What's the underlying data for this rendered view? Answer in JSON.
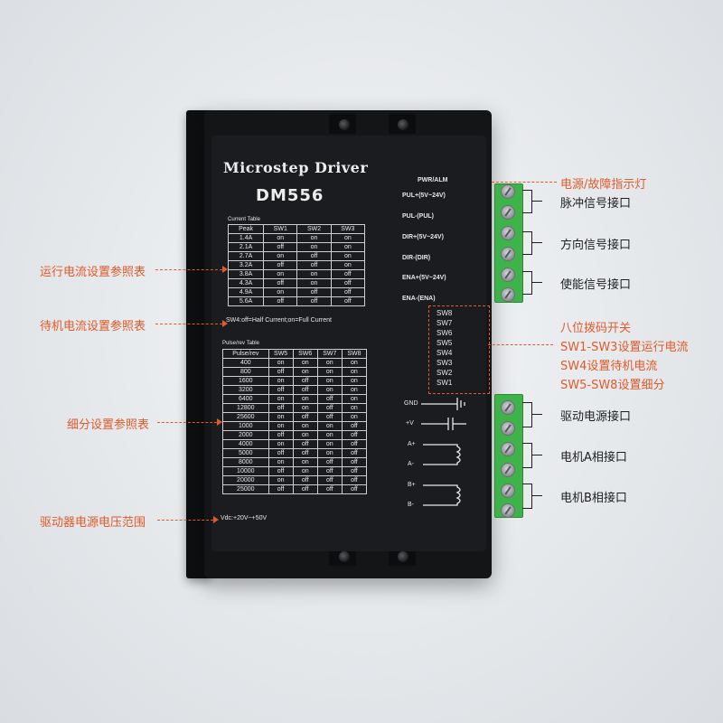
{
  "device": {
    "title": "Microstep  Driver",
    "model": "DM556"
  },
  "current_table": {
    "caption": "Current  Table",
    "headers": [
      "Peak",
      "SW1",
      "SW2",
      "SW3"
    ],
    "rows": [
      [
        "1.4A",
        "on",
        "on",
        "on"
      ],
      [
        "2.1A",
        "off",
        "on",
        "on"
      ],
      [
        "2.7A",
        "on",
        "off",
        "on"
      ],
      [
        "3.2A",
        "off",
        "off",
        "on"
      ],
      [
        "3.8A",
        "on",
        "on",
        "off"
      ],
      [
        "4.3A",
        "off",
        "on",
        "off"
      ],
      [
        "4.9A",
        "on",
        "off",
        "off"
      ],
      [
        "5.6A",
        "off",
        "off",
        "off"
      ]
    ],
    "note": "SW4:off=Half Current;on=Full Current"
  },
  "pulse_table": {
    "caption": "Pulse/rev  Table",
    "headers": [
      "Pulse/rev",
      "SW5",
      "SW6",
      "SW7",
      "SW8"
    ],
    "rows": [
      [
        "400",
        "on",
        "on",
        "on",
        "on"
      ],
      [
        "800",
        "off",
        "on",
        "on",
        "on"
      ],
      [
        "1600",
        "on",
        "off",
        "on",
        "on"
      ],
      [
        "3200",
        "off",
        "off",
        "on",
        "on"
      ],
      [
        "6400",
        "on",
        "on",
        "off",
        "on"
      ],
      [
        "12800",
        "off",
        "on",
        "off",
        "on"
      ],
      [
        "25600",
        "on",
        "off",
        "off",
        "on"
      ],
      [
        "1000",
        "on",
        "on",
        "on",
        "off"
      ],
      [
        "2000",
        "off",
        "on",
        "on",
        "off"
      ],
      [
        "4000",
        "on",
        "off",
        "on",
        "off"
      ],
      [
        "5000",
        "off",
        "off",
        "on",
        "off"
      ],
      [
        "8000",
        "on",
        "on",
        "off",
        "off"
      ],
      [
        "10000",
        "off",
        "on",
        "off",
        "off"
      ],
      [
        "20000",
        "on",
        "off",
        "off",
        "off"
      ],
      [
        "25000",
        "off",
        "off",
        "off",
        "off"
      ]
    ],
    "vdc": "Vdc:+20V~+50V"
  },
  "terminals_top": [
    "PWR/ALM",
    "PUL+(5V~24V)",
    "PUL-(PUL)",
    "DIR+(5V~24V)",
    "DIR-(DIR)",
    "ENA+(5V~24V)",
    "ENA-(ENA)"
  ],
  "dip_labels": [
    "SW8",
    "SW7",
    "SW6",
    "SW5",
    "SW4",
    "SW3",
    "SW2",
    "SW1"
  ],
  "terminals_bottom": [
    "GND",
    "+V",
    "A+",
    "A-",
    "B+",
    "B-"
  ],
  "left_annotations": [
    "运行电流设置参照表",
    "待机电流设置参照表",
    "细分设置参照表",
    "驱动器电源电压范围"
  ],
  "right_annotations": {
    "led": "电源/故障指示灯",
    "pulse": "脉冲信号接口",
    "direction": "方向信号接口",
    "enable": "使能信号接口",
    "power": "驱动电源接口",
    "phase_a": "电机A相接口",
    "phase_b": "电机B相接口"
  },
  "dip_annotations": [
    "八位拨码开关",
    "SW1-SW3设置运行电流",
    "SW4设置待机电流",
    "SW5-SW8设置细分"
  ],
  "colors": {
    "accent": "#e05a2a",
    "body": "#1b1c1f",
    "connector": "#3db34a"
  }
}
